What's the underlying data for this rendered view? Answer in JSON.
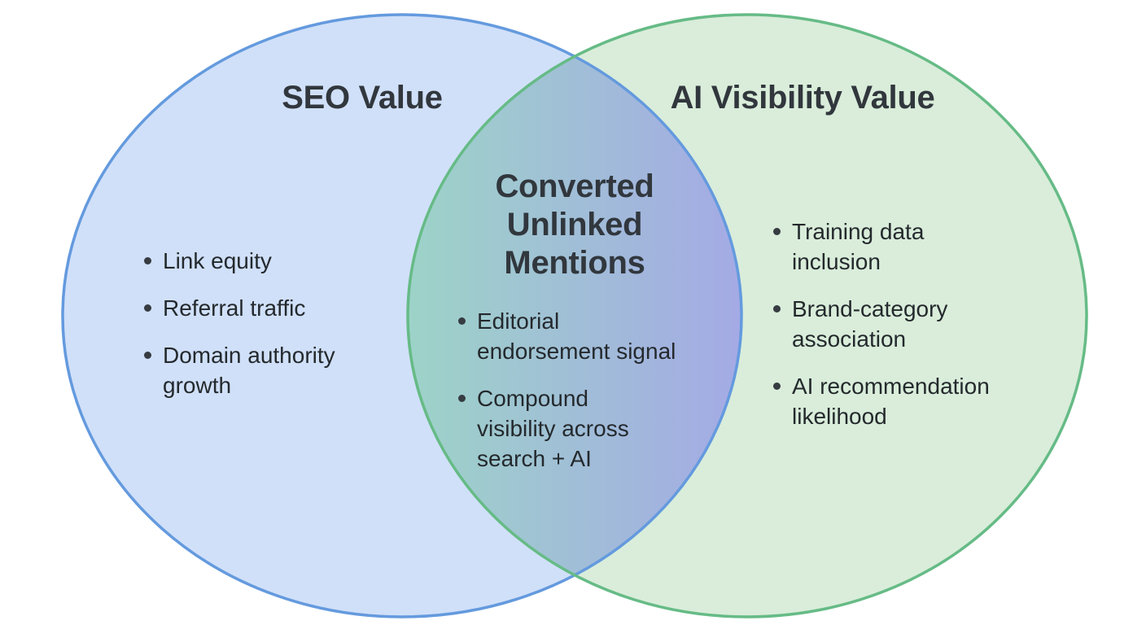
{
  "diagram": {
    "type": "venn",
    "background": "#ffffff",
    "left_circle": {
      "title": "SEO Value",
      "items": [
        "Link equity",
        "Referral traffic",
        "Domain authority\ngrowth"
      ],
      "fill": "#d0e0f9",
      "stroke": "#649ade"
    },
    "overlap": {
      "title": "Converted\nUnlinked\nMentions",
      "items": [
        "Editorial\nendorsement signal",
        "Compound\nvisibility across\nsearch + AI"
      ],
      "gradient_from": "#9dd3c8",
      "gradient_to": "#a4aae5"
    },
    "right_circle": {
      "title": "AI Visibility Value",
      "items": [
        "Training data\ninclusion",
        "Brand-category\nassociation",
        "AI recommendation\nlikelihood"
      ],
      "fill": "#d9edda",
      "stroke": "#66bb86"
    },
    "title_color": "#31373d",
    "text_color": "#24292d"
  }
}
